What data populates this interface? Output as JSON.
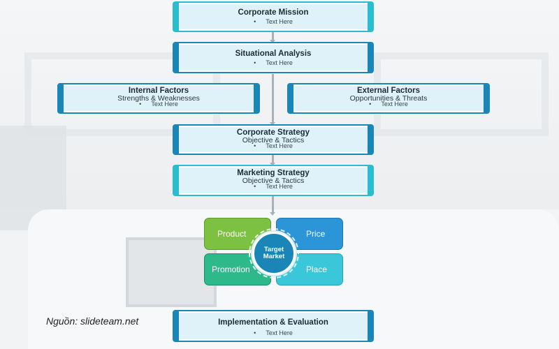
{
  "boxes": {
    "corporate_mission": {
      "title": "Corporate Mission",
      "bullet": "Text Here"
    },
    "situational_analysis": {
      "title": "Situational Analysis",
      "bullet": "Text Here"
    },
    "internal_factors": {
      "title": "Internal Factors",
      "subtitle": "Strengths & Weaknesses",
      "bullet": "Text Here"
    },
    "external_factors": {
      "title": "External Factors",
      "subtitle": "Opportunities & Threats",
      "bullet": "Text Here"
    },
    "corporate_strategy": {
      "title": "Corporate Strategy",
      "subtitle": "Objective & Tactics",
      "bullet": "Text Here"
    },
    "marketing_strategy": {
      "title": "Marketing Strategy",
      "subtitle": "Objective & Tactics",
      "bullet": "Text Here"
    },
    "implementation": {
      "title": "Implementation & Evaluation",
      "bullet": "Text Here"
    }
  },
  "marketing_mix": {
    "product": "Product",
    "price": "Price",
    "promotion": "Promotion",
    "place": "Place",
    "center_line1": "Target",
    "center_line2": "Market"
  },
  "source": "Nguồn: slideteam.net",
  "colors": {
    "box_fill": "#dff2fa",
    "accent_cyan": "#2bbcd0",
    "accent_blue": "#1a86b8",
    "product": "#7cc142",
    "price": "#2b95d8",
    "promotion": "#2db98a",
    "place": "#3bc7da"
  }
}
